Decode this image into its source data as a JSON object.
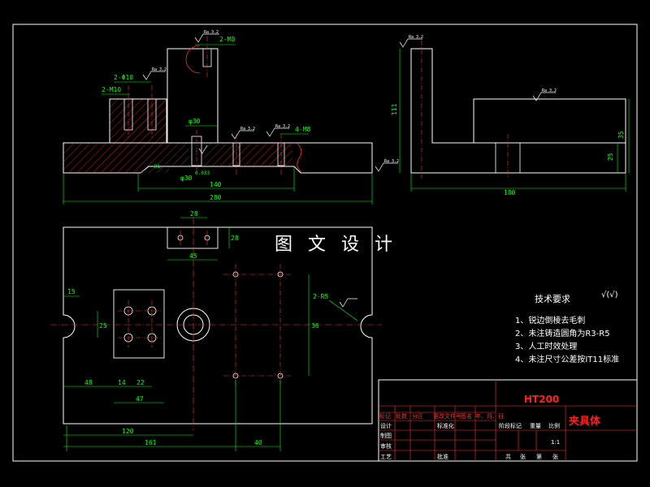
{
  "drawing": {
    "material": "HT200",
    "part_name": "夹具体",
    "watermark": "图 文 设 计",
    "roughness_general": "√(√)",
    "tech_requirements": {
      "title": "技术要求",
      "items": [
        "1、锐边倒棱去毛刺",
        "2、未注铸造圆角为R3-R5",
        "3、人工时效处理",
        "4、未注尺寸公差按IT11标准"
      ]
    },
    "dimensions": {
      "front": {
        "overall_length": "280",
        "len_140": "140",
        "dia_30": "φ30",
        "dia_30_tol": "0.033",
        "thread_2m8": "2-M8",
        "thread_2m10": "2-M10",
        "hole_2d10": "2-Φ10",
        "thread_4m8": "4-M8",
        "r1": "R1",
        "r_ra": "Ra 3.2"
      },
      "side": {
        "width_180": "180",
        "height_111": "111",
        "height_35": "35",
        "height_25": "25"
      },
      "top": {
        "dim_28": "28",
        "dim_45": "45",
        "dim_28v": "28",
        "dim_15": "15",
        "dim_48": "48",
        "dim_14": "14",
        "dim_22": "22",
        "dim_47": "47",
        "dim_120": "120",
        "dim_161": "161",
        "dim_40": "40",
        "dim_36": "36",
        "dim_25v": "25",
        "slot_2r5": "2-R5"
      }
    },
    "title_block": {
      "row_labels": [
        "标记",
        "处数",
        "分区",
        "更改文件号",
        "签名",
        "年、月、日"
      ],
      "left_labels": [
        "设计",
        "标准化",
        "制图",
        "审核",
        "工艺",
        "批准"
      ],
      "stage_labels": [
        "阶段标记",
        "重量",
        "比例"
      ],
      "scale": "1:1",
      "sheet_labels": [
        "共",
        "张",
        "第",
        "张"
      ]
    }
  }
}
